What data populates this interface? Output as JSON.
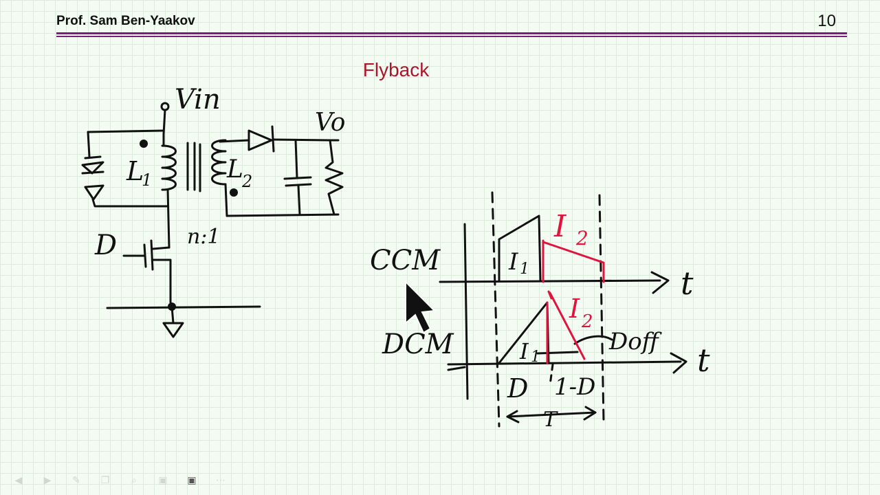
{
  "header": {
    "author": "Prof. Sam Ben-Yaakov",
    "page_number": "10"
  },
  "slide": {
    "title": "Flyback"
  },
  "circuit_labels": {
    "vin": "Vin",
    "vo": "Vo",
    "l1": "L",
    "l1_sub": "1",
    "l2": "L",
    "l2_sub": "2",
    "d": "D",
    "ratio": "n:1"
  },
  "waveform_labels": {
    "ccm": "CCM",
    "dcm": "DCM",
    "i1_top": "I",
    "i1_top_sub": "1",
    "i2_top": "I",
    "i2_top_sub": "2",
    "t_top": "t",
    "i1_bottom": "I",
    "i1_bottom_sub": "1",
    "i2_bottom": "I",
    "i2_bottom_sub": "2",
    "doff": "Doff",
    "t_bottom": "t",
    "d_axis": "D",
    "one_minus_d": "1-D",
    "period": "T"
  },
  "colors": {
    "title": "#b0142a",
    "header_rule": "#7b1e7b",
    "ink": "#111111",
    "red_ink": "#e0143c"
  },
  "toolbar": {
    "icons": [
      "arrow-left-icon",
      "arrow-right-icon",
      "pen-icon",
      "copy-icon",
      "zoom-icon",
      "screen-icon",
      "camera-icon",
      "more-icon"
    ]
  }
}
